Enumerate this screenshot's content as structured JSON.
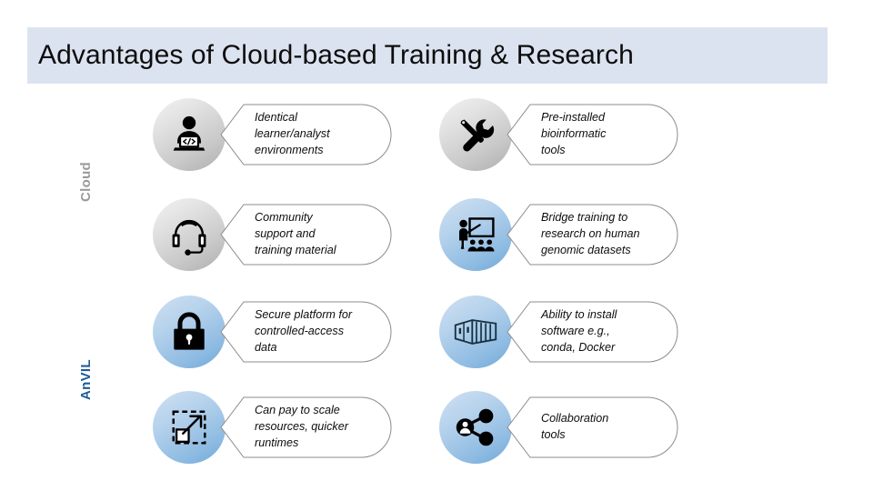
{
  "slide": {
    "title": "Advantages of Cloud-based Training & Research",
    "banner_color": "#dce3f0",
    "background_color": "#ffffff"
  },
  "group_labels": [
    {
      "name": "cloud",
      "text": "Cloud",
      "color": "#9a9a9a"
    },
    {
      "name": "anvil",
      "text": "AnVIL",
      "color": "#1f5c99"
    }
  ],
  "items": [
    {
      "id": "identical-environments",
      "group": "Cloud",
      "column": "left",
      "row": 1,
      "icon": "person-at-laptop-code-icon",
      "circle_style": "gray",
      "lines": [
        "Identical",
        "learner/analyst",
        "environments"
      ]
    },
    {
      "id": "pre-installed-tools",
      "group": "Cloud",
      "column": "right",
      "row": 1,
      "icon": "wrench-screwdriver-tools-icon",
      "circle_style": "gray",
      "lines": [
        "Pre-installed",
        "bioinformatic",
        "tools"
      ]
    },
    {
      "id": "community-support",
      "group": "Cloud",
      "column": "left",
      "row": 2,
      "icon": "headset-support-icon",
      "circle_style": "gray",
      "lines": [
        "Community",
        "support and",
        "training material"
      ]
    },
    {
      "id": "bridge-training-research",
      "group": "Cloud",
      "column": "right",
      "row": 2,
      "icon": "instructor-whiteboard-classroom-icon",
      "circle_style": "blue",
      "lines": [
        "Bridge training to",
        "research on human",
        "genomic datasets"
      ]
    },
    {
      "id": "secure-platform",
      "group": "AnVIL",
      "column": "left",
      "row": 3,
      "icon": "padlock-icon",
      "circle_style": "blue",
      "lines": [
        "Secure platform for",
        "controlled-access",
        "data"
      ]
    },
    {
      "id": "install-software",
      "group": "AnVIL",
      "column": "right",
      "row": 3,
      "icon": "shipping-container-icon",
      "circle_style": "blue",
      "lines": [
        "Ability to install",
        "software e.g.,",
        "conda, Docker"
      ]
    },
    {
      "id": "pay-to-scale",
      "group": "AnVIL",
      "column": "left",
      "row": 4,
      "icon": "scale-resize-arrow-icon",
      "circle_style": "blue",
      "lines": [
        "Can pay to scale",
        "resources, quicker",
        "runtimes"
      ]
    },
    {
      "id": "collaboration-tools",
      "group": "AnVIL",
      "column": "right",
      "row": 4,
      "icon": "share-network-collaboration-icon",
      "circle_style": "blue",
      "lines": [
        "Collaboration",
        "tools"
      ]
    }
  ]
}
